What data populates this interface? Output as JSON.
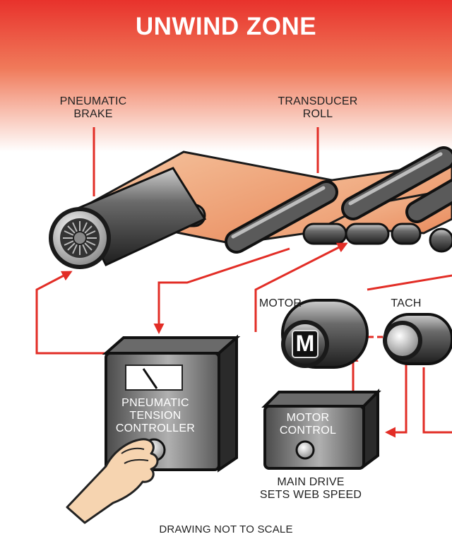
{
  "title": "UNWIND ZONE",
  "labels": {
    "pneumatic_brake": [
      "PNEUMATIC",
      "BRAKE"
    ],
    "transducer_roll": [
      "TRANSDUCER",
      "ROLL"
    ],
    "motor": "MOTOR",
    "tach": "TACH",
    "motor_symbol": "M",
    "pneumatic_tension_controller": [
      "PNEUMATIC",
      "TENSION",
      "CONTROLLER"
    ],
    "motor_control": [
      "MOTOR",
      "CONTROL"
    ],
    "main_drive": [
      "MAIN DRIVE",
      "SETS WEB SPEED"
    ],
    "footer": "DRAWING NOT TO SCALE"
  },
  "icons": [
    "brake-wheel-icon",
    "gauge-needle-icon",
    "hand-icon",
    "knob-icon"
  ],
  "colors": {
    "header_red": "#e8322c",
    "arrow_red": "#e22d26",
    "web_peach": "#f0a878",
    "roller_dark": "#3a3a3a",
    "box_dark": "#2a2a2a"
  }
}
